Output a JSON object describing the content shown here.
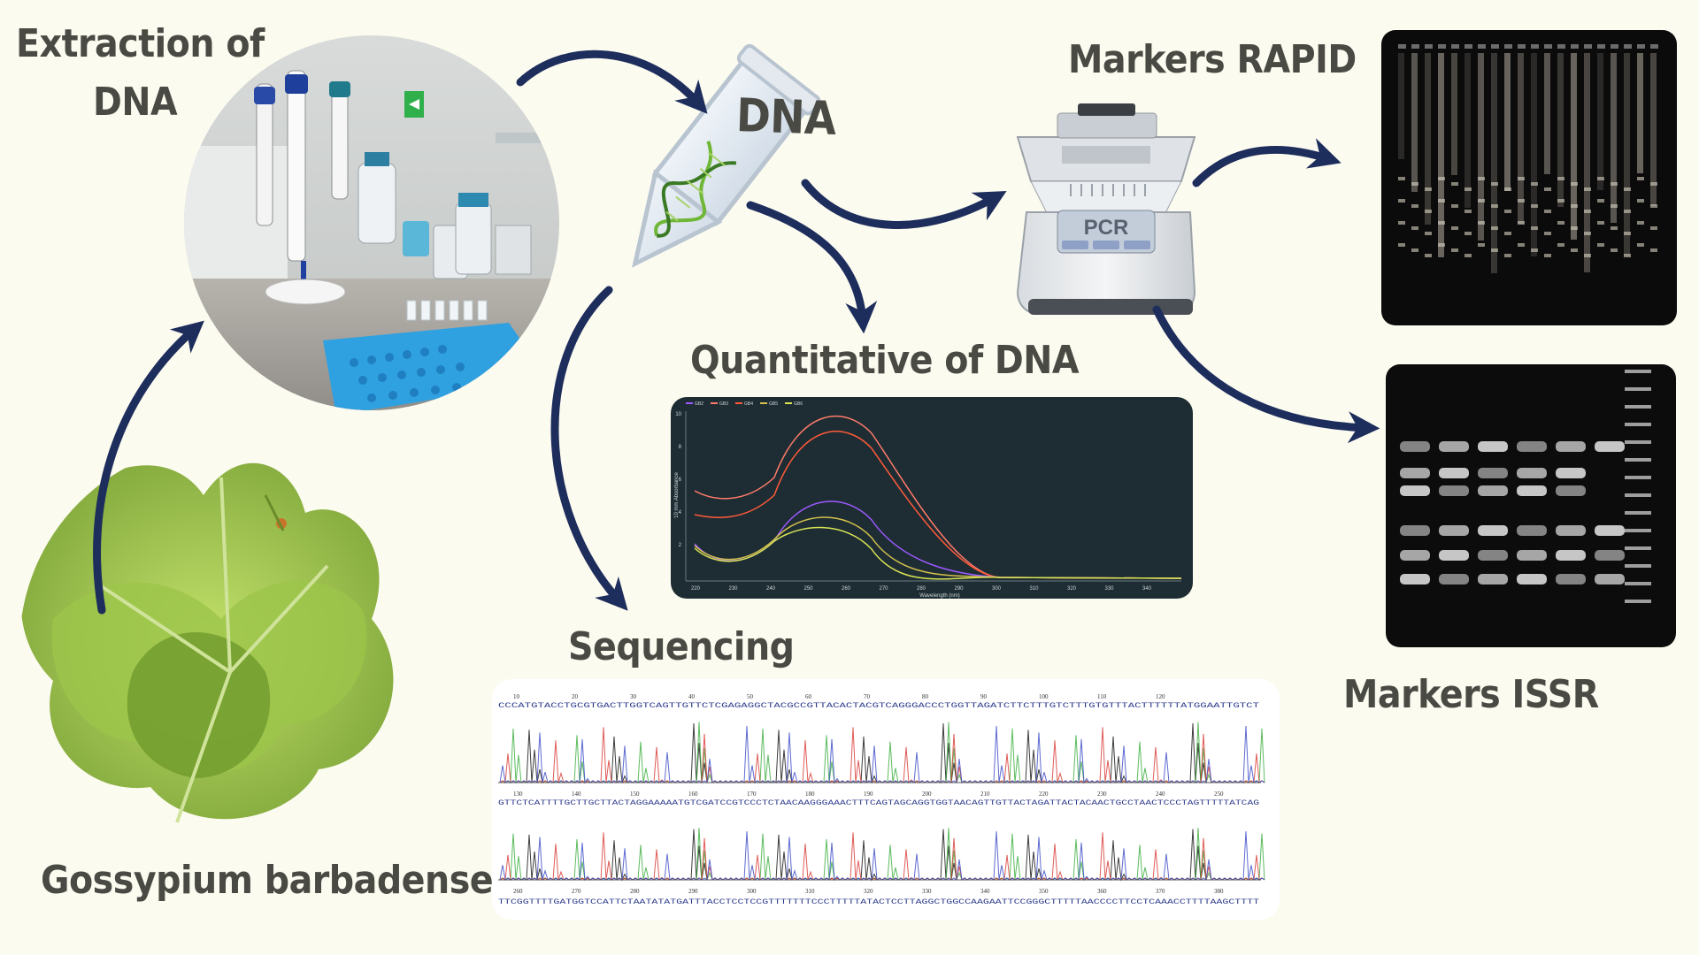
{
  "labels": {
    "extraction_line1": "Extraction of",
    "extraction_line2": "DNA",
    "dna": "DNA",
    "markers_rapid": "Markers RAPID",
    "quantitative": "Quantitative of DNA",
    "sequencing": "Sequencing",
    "markers_issr": "Markers ISSR",
    "gossypium": "Gossypium barbadense",
    "pcr": "PCR"
  },
  "colors": {
    "background": "#fcfbf0",
    "arrow": "#1d2d5c",
    "label_text": "#4a4a44",
    "gel_background": "#0b0b0b",
    "spectrum_panel": "#1e2d33"
  },
  "spectrum": {
    "legend": [
      "GB2",
      "GB3",
      "GB4",
      "GB5",
      "GB6"
    ],
    "x_ticks": [
      "220",
      "230",
      "240",
      "250",
      "260",
      "270",
      "280",
      "290",
      "300",
      "310",
      "320",
      "330",
      "340"
    ],
    "y_ticks": [
      "10",
      "8",
      "6",
      "4",
      "2"
    ],
    "xlabel": "Wavelength (nm)",
    "ylabel": "10 mm Absorbance"
  },
  "sequencing": {
    "row1_numbers": [
      "10",
      "20",
      "30",
      "40",
      "50",
      "60",
      "70",
      "80",
      "90",
      "100",
      "110",
      "120"
    ],
    "row1_seq": "CCCATGTACCTGCGTGACTTGGTCAGTTGTTCTCGAGAGGCTACGCCGTTACACTACGTCAGGGACCCTGGTTAGATCTTCTTTGTCTTTGTGTTTACTTTTTTATGGAATTGTCT",
    "row2_numbers": [
      "130",
      "140",
      "150",
      "160",
      "170",
      "180",
      "190",
      "200",
      "210",
      "220",
      "230",
      "240",
      "250"
    ],
    "row2_seq": "GTTCTCATTTTGCTTGCTTACTAGGAAAAATGTCGATCCGTCCCTCTAACAAGGGAAACTTTCAGTAGCAGGTGGTAACAGTTGTTACTAGATTACTACAACTGCCTAACTCCCTAGTTTTTATCAG",
    "row3_numbers": [
      "260",
      "270",
      "280",
      "290",
      "300",
      "310",
      "320",
      "330",
      "340",
      "350",
      "360",
      "370",
      "380"
    ],
    "row3_seq": "TTCGGTTTTGATGGTCCATTCTAATATATGATTTACCTCCTCCGTTTTTTTCCCTTTTTATACTCCTTAGGCTGGCCAAGAATTCCGGGCTTTTTAACCCCTTCCTCAAACCTTTTAAGCTTTT"
  },
  "icons": {
    "lab_photo": "lab-bench-photo",
    "plant_photo": "cotton-plant-photo",
    "dna_tube": "dna-tube-icon",
    "pcr_machine": "pcr-machine-icon",
    "gel_rapid": "rapid-gel-image",
    "gel_issr": "issr-gel-image"
  }
}
